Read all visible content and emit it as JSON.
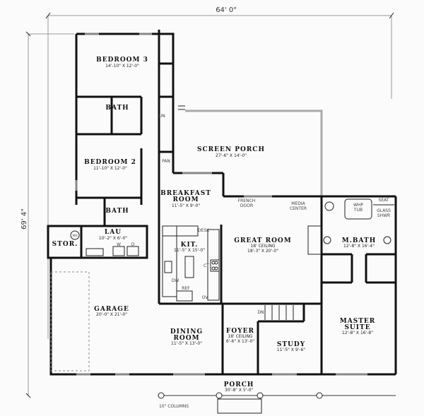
{
  "dimensions": {
    "width": "64' 0\"",
    "depth": "69' 4\""
  },
  "rooms": {
    "bedroom3": {
      "name": "BEDROOM 3",
      "size": "14'-10\" X 12'-0\""
    },
    "bath_upper": {
      "name": "BATH"
    },
    "linen": {
      "name": "LIN"
    },
    "bedroom2": {
      "name": "BEDROOM 2",
      "size": "11'-10\" X 12'-0\""
    },
    "bath_lower": {
      "name": "BATH"
    },
    "pantry": {
      "name": "PAN"
    },
    "laundry": {
      "name": "LAU",
      "size": "10'-2\" X 6'-0\"",
      "washer": "W",
      "dryer": "D",
      "water_heater": "WH"
    },
    "storage": {
      "name": "STOR."
    },
    "screen_porch": {
      "name": "SCREEN PORCH",
      "size": "27'-6\" X 14'-0\""
    },
    "breakfast": {
      "name_line1": "BREAKFAST",
      "name_line2": "ROOM",
      "size": "11'-5\" X 9'-0\""
    },
    "kitchen": {
      "name": "KIT.",
      "size": "11'-5\" X 15'-0\"",
      "desk": "DESK",
      "cooktop": "CT",
      "dishwasher": "DW",
      "refrigerator": "REF",
      "oven": "OV"
    },
    "great_room": {
      "name": "GREAT ROOM",
      "ceiling": "18' CEILING",
      "size": "18'-3\" X 20'-0\"",
      "french_door_1": "FRENCH",
      "french_door_2": "DOOR",
      "media_1": "MEDIA",
      "media_2": "CENTER"
    },
    "master_bath": {
      "name": "M.BATH",
      "size": "12'-8\" X 16'-4\"",
      "tub_1": "WHP",
      "tub_2": "TUB",
      "seat": "SEAT",
      "shower_1": "GLASS",
      "shower_2": "SHWR"
    },
    "garage": {
      "name": "GARAGE",
      "size": "20'-0\" X 21'-0\""
    },
    "dining": {
      "name_line1": "DINING",
      "name_line2": "ROOM",
      "size": "11'-5\" X 13'-0\""
    },
    "foyer": {
      "name": "FOYER",
      "ceiling": "18' CEILING",
      "size": "6'-6\" X 13'-0\"",
      "stairs": "DN"
    },
    "study": {
      "name": "STUDY",
      "size": "11'-5\" X 9'-6\""
    },
    "master_suite": {
      "name_line1": "MASTER",
      "name_line2": "SUITE",
      "size": "12'-8\" X 16'-8\""
    },
    "porch": {
      "name": "PORCH",
      "size": "30'-8\" X 5'-0\"",
      "columns": "10\" COLUMNS"
    }
  }
}
